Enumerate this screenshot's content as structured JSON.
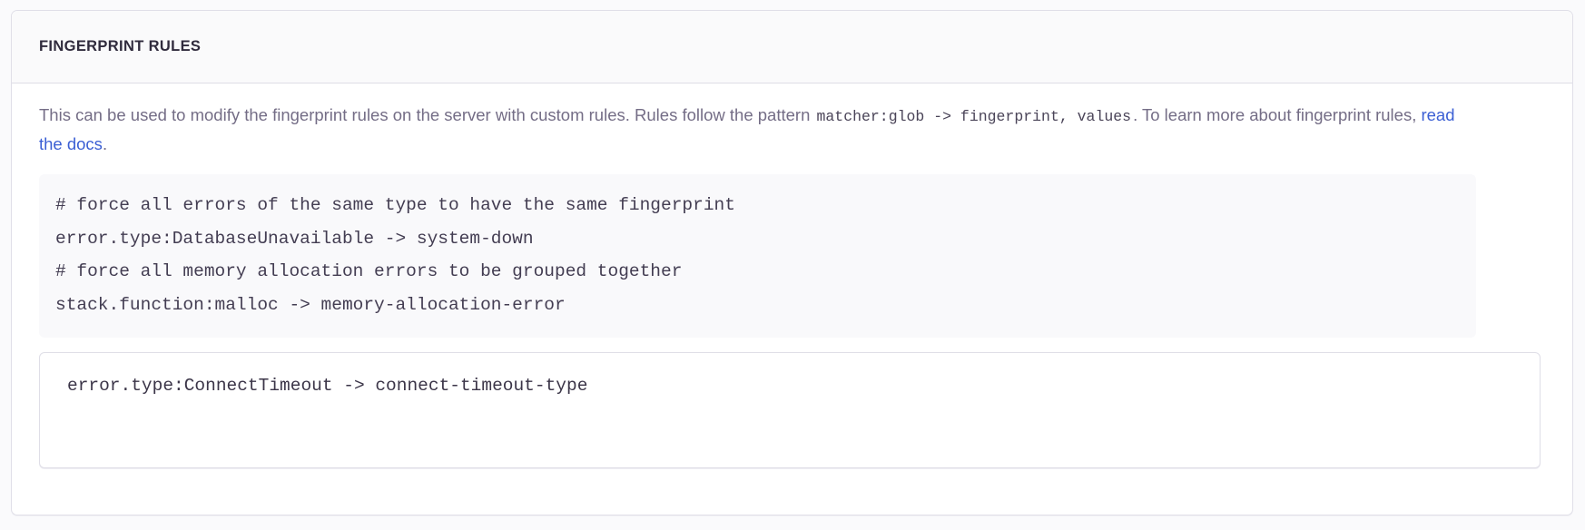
{
  "panel": {
    "title": "Fingerprint Rules",
    "description": {
      "part1": "This can be used to modify the fingerprint rules on the server with custom rules. Rules follow the pattern ",
      "code1": "matcher:glob -> fingerprint, values",
      "part2": ". To learn more about fingerprint rules, ",
      "link_label": "read the docs",
      "part3": "."
    },
    "code_example": "# force all errors of the same type to have the same fingerprint\nerror.type:DatabaseUnavailable -> system-down\n# force all memory allocation errors to be grouped together\nstack.function:malloc -> memory-allocation-error",
    "code_lines": [
      "# force all errors of the same type to have the same fingerprint",
      "error.type:DatabaseUnavailable -> system-down",
      "# force all memory allocation errors to be grouped together",
      "stack.function:malloc -> memory-allocation-error"
    ],
    "textarea": {
      "value": "error.type:ConnectTimeout -> connect-timeout-type",
      "placeholder": "error.type:ConnectTimeout -> connect-timeout-type"
    }
  },
  "colors": {
    "page_background": "#FAFAFC",
    "panel_background": "#FFFFFF",
    "panel_header_background": "#FAFAFB",
    "border": "#E0DFE8",
    "title_text": "#302B3D",
    "body_text": "#746D86",
    "code_text": "#433D52",
    "code_background": "#F9F9FB",
    "link": "#3B5FD4"
  }
}
